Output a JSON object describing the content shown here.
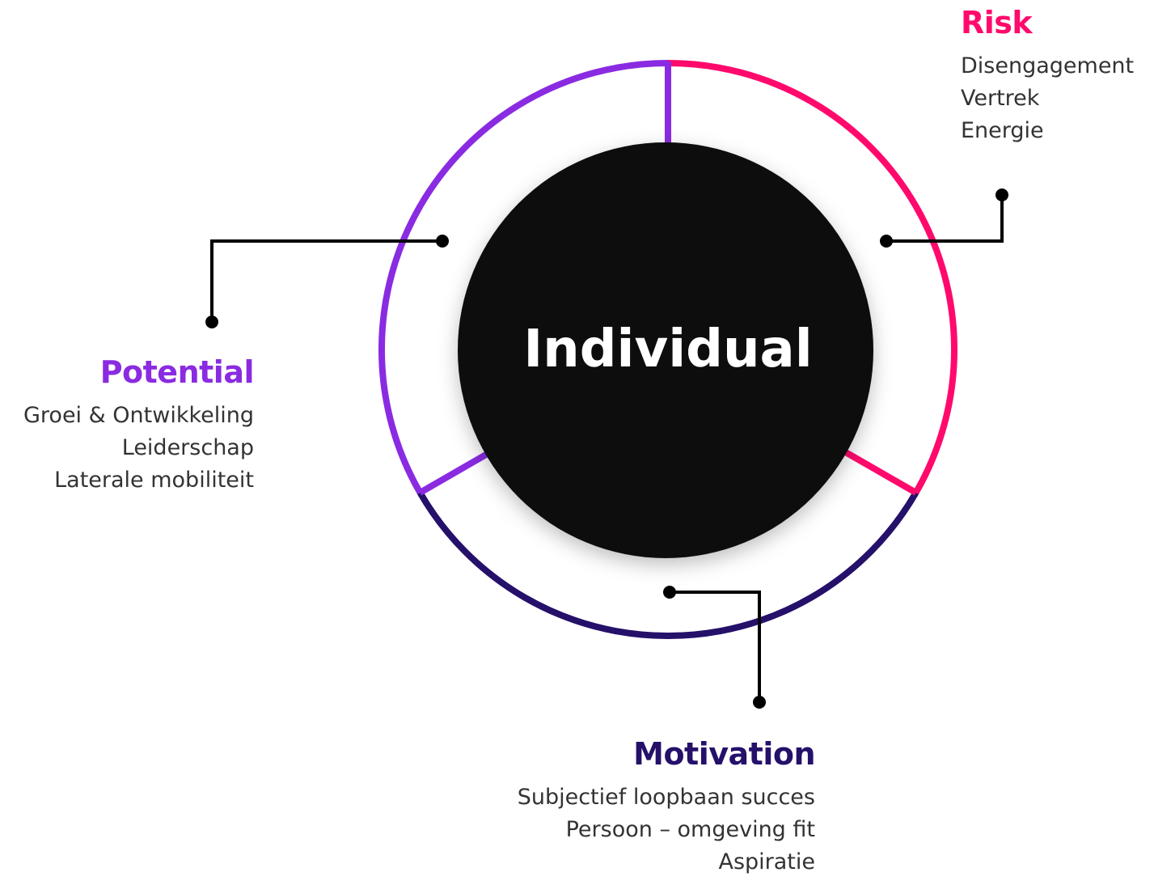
{
  "center": {
    "label": "Individual",
    "fill": "#0a0a0a",
    "text_color": "#ffffff"
  },
  "sections": {
    "risk": {
      "title": "Risk",
      "color": "#ff0a6c",
      "items": [
        "Disengagement",
        "Vertrek",
        "Energie"
      ]
    },
    "potential": {
      "title": "Potential",
      "color": "#8a2be2",
      "items": [
        "Groei & Ontwikkeling",
        "Leiderschap",
        "Laterale mobiliteit"
      ]
    },
    "motivation": {
      "title": "Motivation",
      "color": "#25106a",
      "items": [
        "Subjectief loopbaan succes",
        "Persoon – omgeving fit",
        "Aspiratie"
      ]
    }
  },
  "connector_color": "#000000"
}
